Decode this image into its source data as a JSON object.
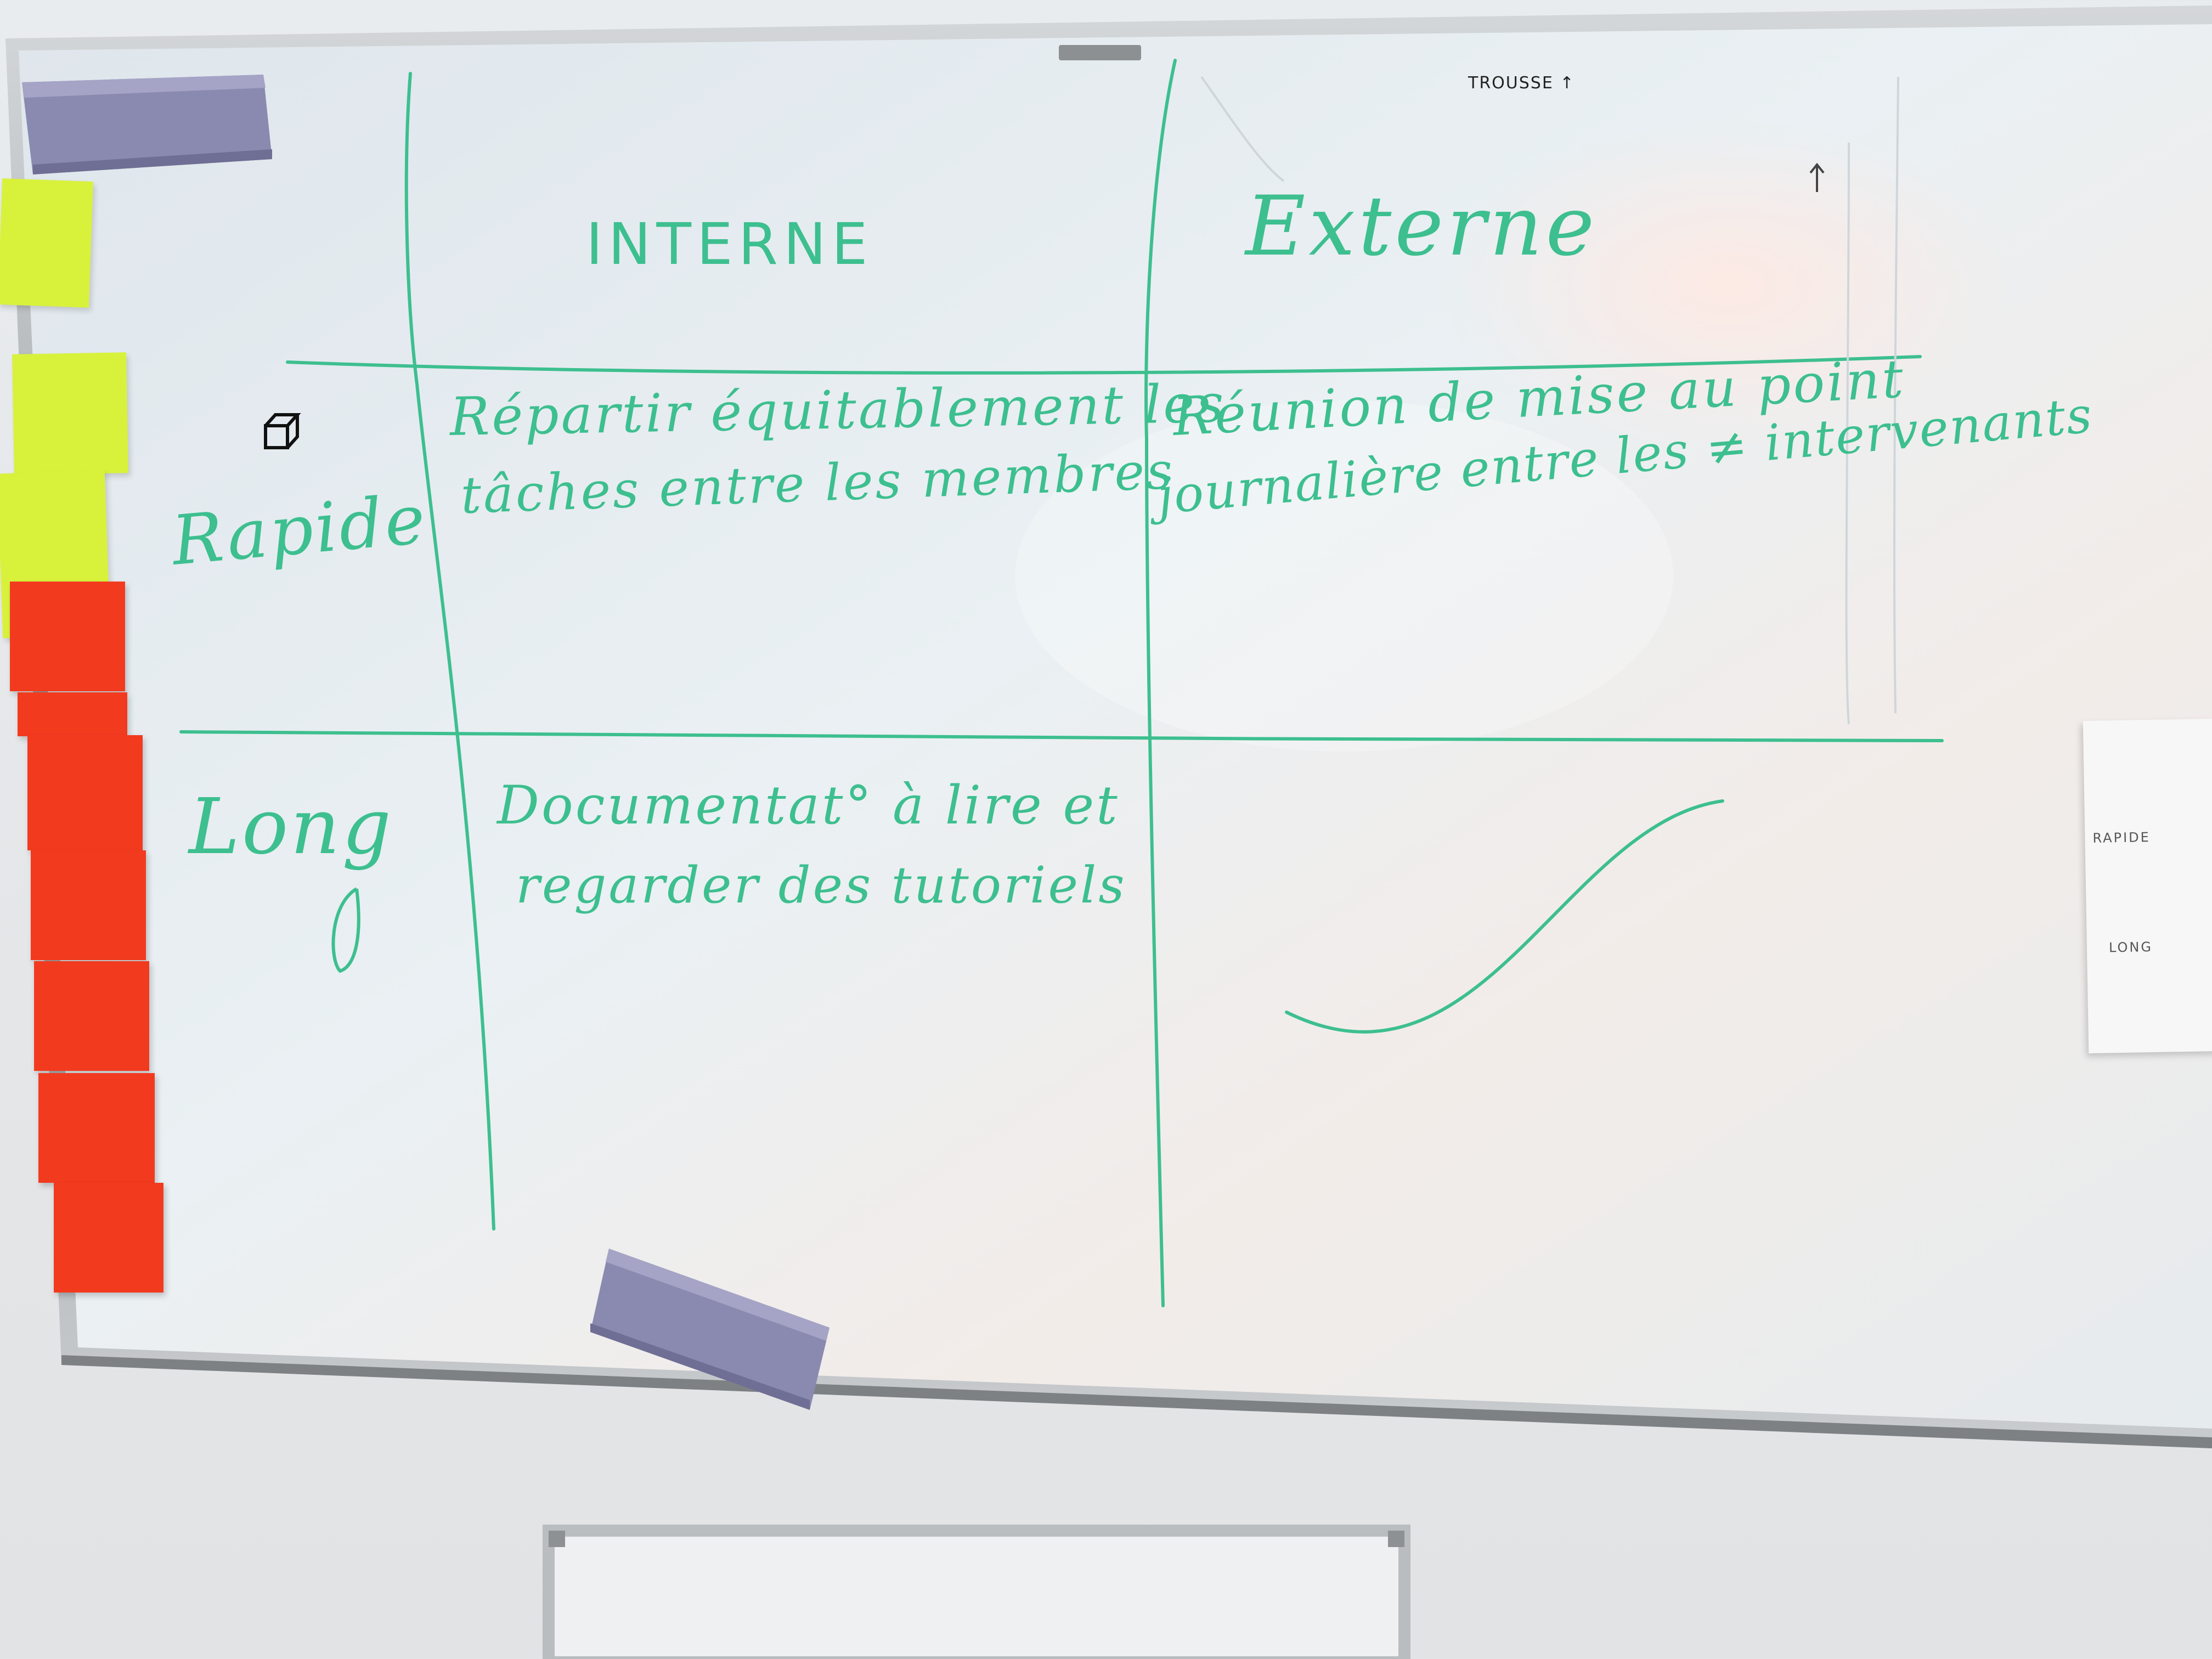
{
  "whiteboard": {
    "corner_note": "TROUSSE ↑",
    "columns": {
      "internal": "INTERNE",
      "external": "Externe"
    },
    "rows": {
      "quick": "Rapide",
      "long": "Long"
    },
    "cells": {
      "quick_internal": [
        "Répartir équitablement les",
        "tâches entre les membres"
      ],
      "quick_external": [
        "Réunion de mise au point",
        "journalière entre les ≠ intervenants"
      ],
      "long_internal": [
        "Documentat° à lire et",
        "regarder des tutoriels"
      ],
      "long_external": []
    }
  },
  "pinned_sheet": {
    "row_labels": [
      "RAPIDE",
      "LONG"
    ]
  },
  "colors": {
    "marker": "#3dbf8f",
    "board": "#e8eef2",
    "frame": "#b8bcbf",
    "eraser": "#8a89b0",
    "sticky_yellow": "#d8f23c",
    "sticky_red": "#f23a1f"
  },
  "icons": [
    "cube-doodle-icon",
    "board-eraser-icon",
    "marker-curve-stroke"
  ]
}
